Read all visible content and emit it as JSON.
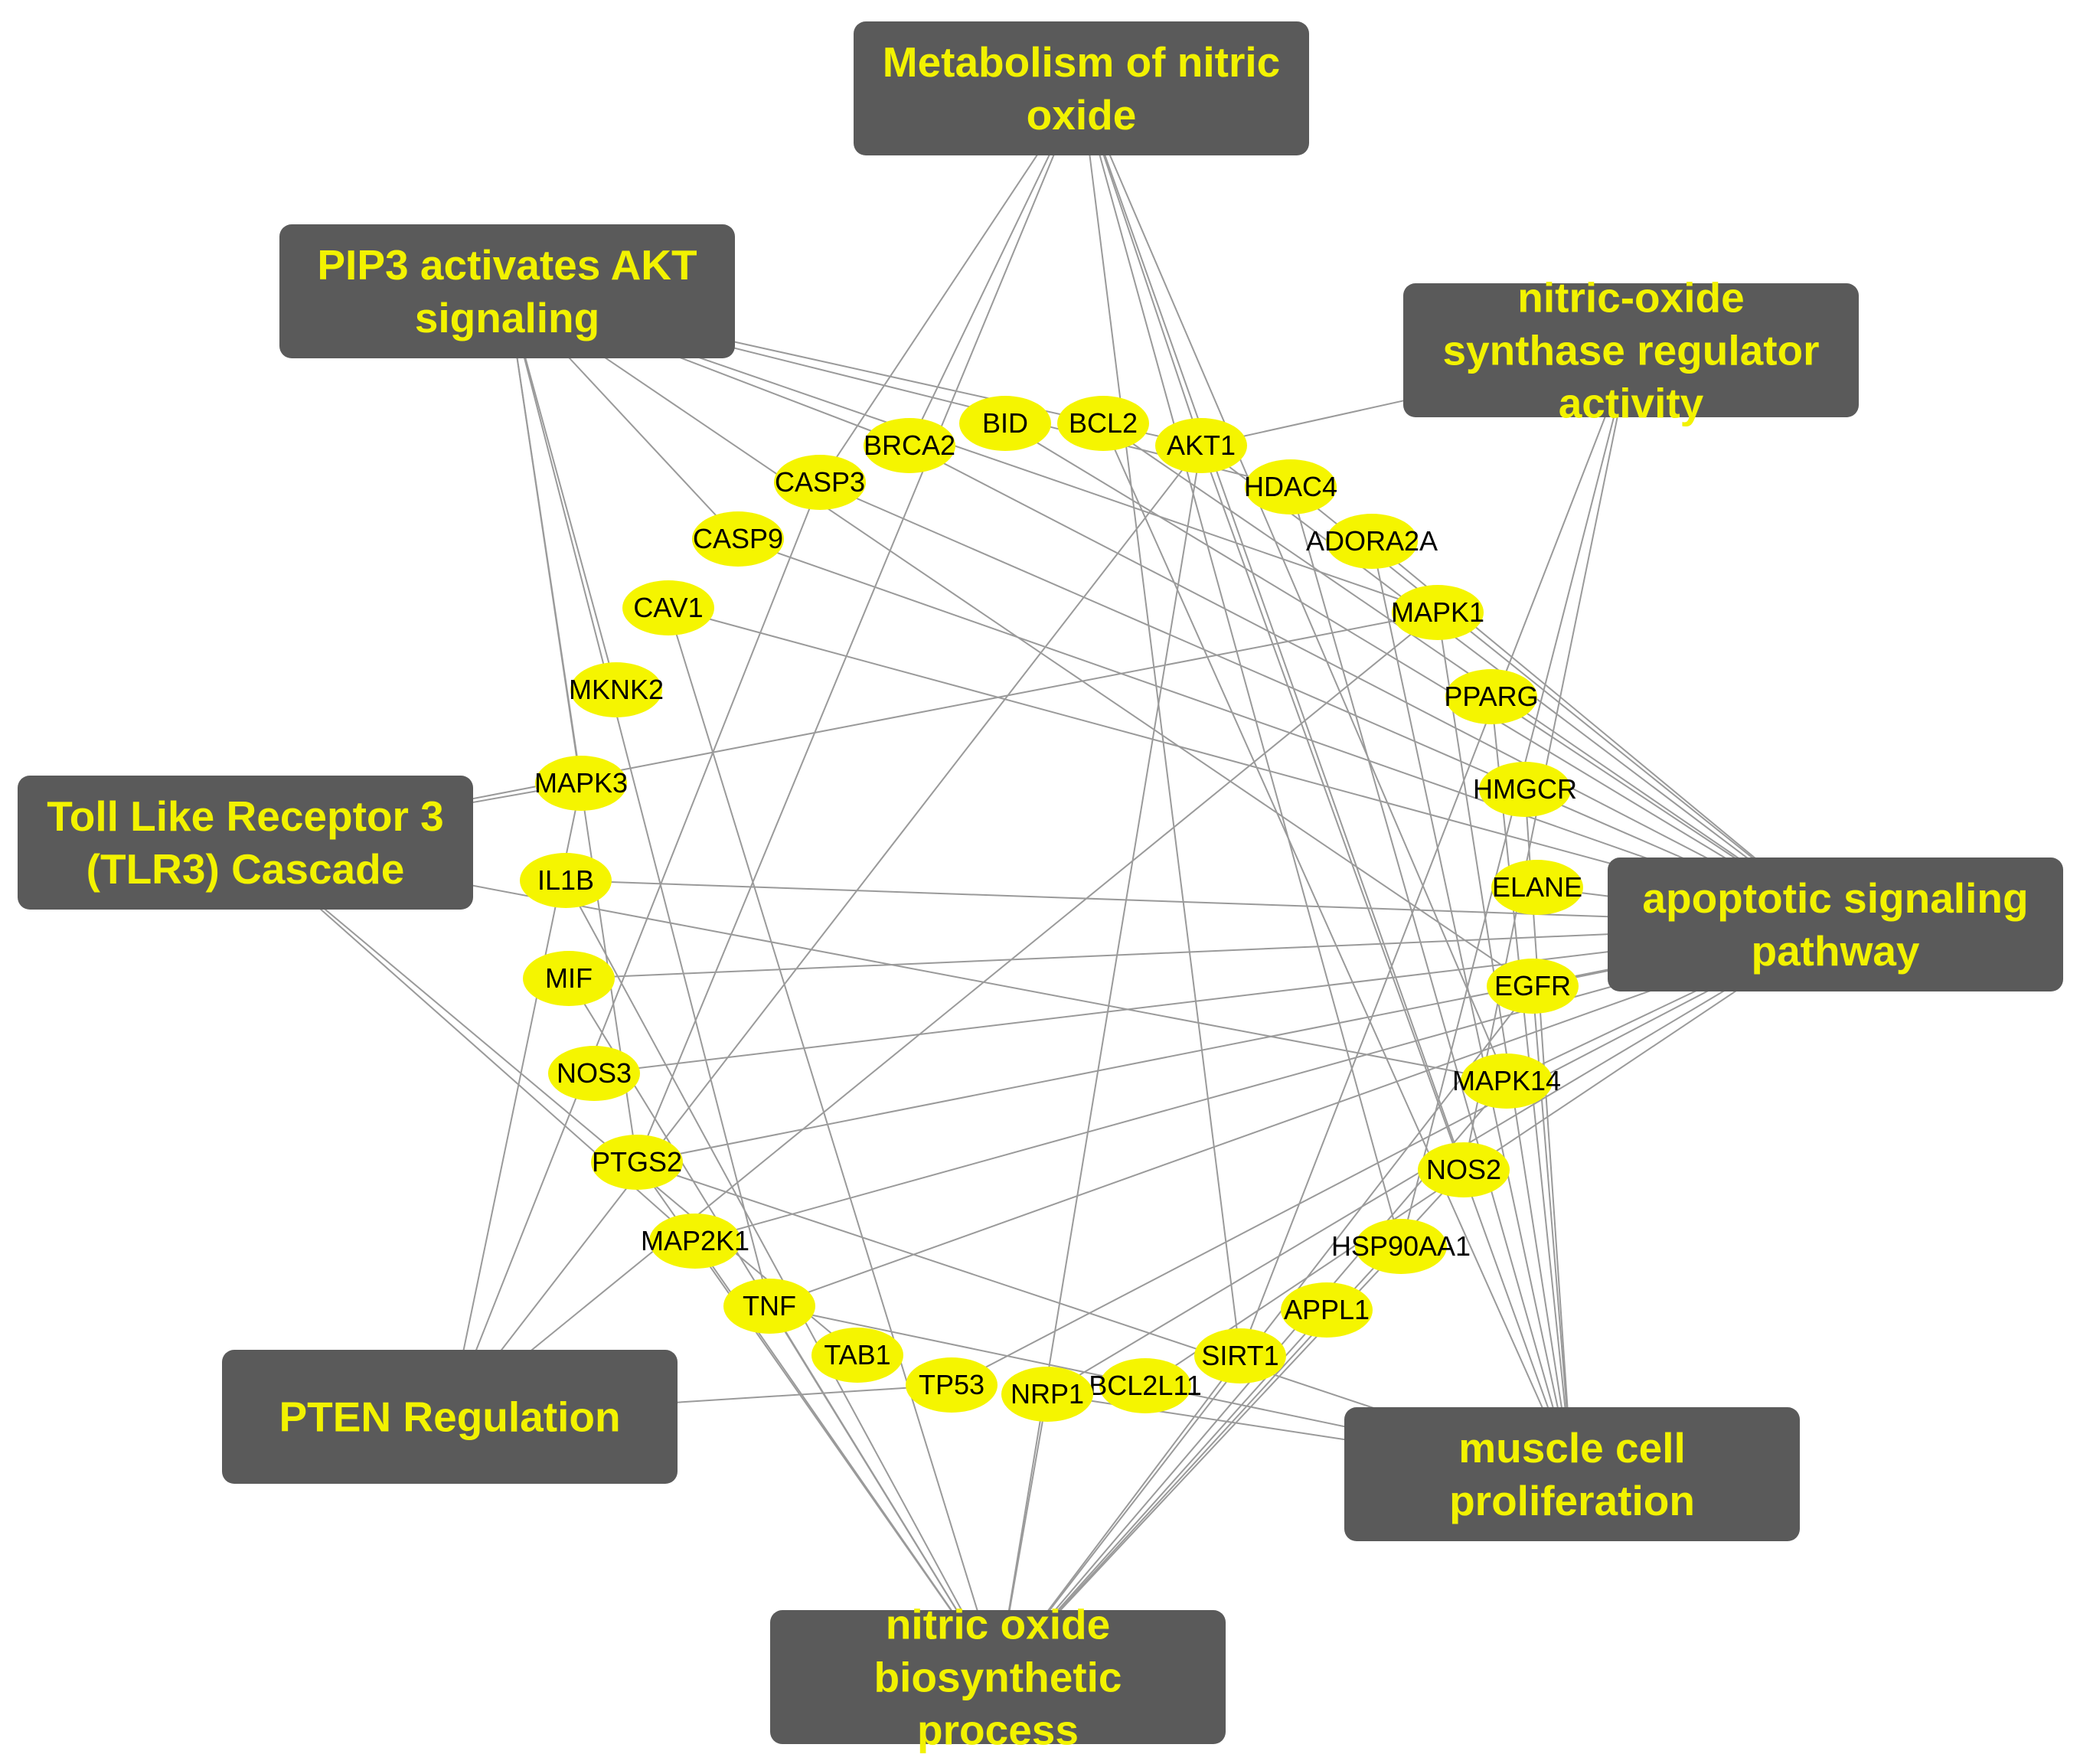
{
  "colors": {
    "term_fill": "#5a5a5a",
    "term_text": "#f2f200",
    "gene_fill": "#f5f500",
    "gene_text": "#000000",
    "edge": "#9a9a9a"
  },
  "terms": [
    {
      "id": "metabolism",
      "lines": [
        "Metabolism of nitric",
        "oxide"
      ]
    },
    {
      "id": "pip3",
      "lines": [
        "PIP3 activates AKT",
        "signaling"
      ]
    },
    {
      "id": "nos_reg",
      "lines": [
        "nitric-oxide",
        "synthase regulator",
        "activity"
      ]
    },
    {
      "id": "tlr3",
      "lines": [
        "Toll Like Receptor 3",
        "(TLR3) Cascade"
      ]
    },
    {
      "id": "apoptotic",
      "lines": [
        "apoptotic signaling",
        "pathway"
      ]
    },
    {
      "id": "pten",
      "lines": [
        "PTEN Regulation"
      ]
    },
    {
      "id": "muscle",
      "lines": [
        "muscle cell",
        "proliferation"
      ]
    },
    {
      "id": "no_bio",
      "lines": [
        "nitric oxide",
        "biosynthetic",
        "process"
      ]
    }
  ],
  "genes": [
    "BID",
    "BCL2",
    "AKT1",
    "HDAC4",
    "ADORA2A",
    "MAPK1",
    "PPARG",
    "HMGCR",
    "ELANE",
    "EGFR",
    "MAPK14",
    "NOS2",
    "HSP90AA1",
    "APPL1",
    "SIRT1",
    "BCL2L11",
    "NRP1",
    "TP53",
    "TAB1",
    "TNF",
    "MAP2K1",
    "PTGS2",
    "NOS3",
    "MIF",
    "IL1B",
    "MAPK3",
    "MKNK2",
    "CAV1",
    "CASP9",
    "CASP3",
    "BRCA2"
  ],
  "edges": [
    [
      "metabolism",
      "CASP3"
    ],
    [
      "metabolism",
      "BRCA2"
    ],
    [
      "metabolism",
      "AKT1"
    ],
    [
      "metabolism",
      "MAPK14"
    ],
    [
      "metabolism",
      "HSP90AA1"
    ],
    [
      "metabolism",
      "SIRT1"
    ],
    [
      "metabolism",
      "NOS2"
    ],
    [
      "metabolism",
      "PTGS2"
    ],
    [
      "pip3",
      "AKT1"
    ],
    [
      "pip3",
      "BRCA2"
    ],
    [
      "pip3",
      "HDAC4"
    ],
    [
      "pip3",
      "MAPK1"
    ],
    [
      "pip3",
      "EGFR"
    ],
    [
      "pip3",
      "TNF"
    ],
    [
      "pip3",
      "MAPK3"
    ],
    [
      "pip3",
      "PTGS2"
    ],
    [
      "pip3",
      "CASP9"
    ],
    [
      "pip3",
      "MKNK2"
    ],
    [
      "nos_reg",
      "AKT1"
    ],
    [
      "nos_reg",
      "HSP90AA1"
    ],
    [
      "nos_reg",
      "NOS2"
    ],
    [
      "nos_reg",
      "SIRT1"
    ],
    [
      "tlr3",
      "MAPK3"
    ],
    [
      "tlr3",
      "MAPK1"
    ],
    [
      "tlr3",
      "MAPK14"
    ],
    [
      "tlr3",
      "TAB1"
    ],
    [
      "tlr3",
      "MAP2K1"
    ],
    [
      "apoptotic",
      "BID"
    ],
    [
      "apoptotic",
      "BCL2"
    ],
    [
      "apoptotic",
      "BRCA2"
    ],
    [
      "apoptotic",
      "CASP3"
    ],
    [
      "apoptotic",
      "CASP9"
    ],
    [
      "apoptotic",
      "CAV1"
    ],
    [
      "apoptotic",
      "IL1B"
    ],
    [
      "apoptotic",
      "MIF"
    ],
    [
      "apoptotic",
      "NOS3"
    ],
    [
      "apoptotic",
      "PTGS2"
    ],
    [
      "apoptotic",
      "MAP2K1"
    ],
    [
      "apoptotic",
      "TNF"
    ],
    [
      "apoptotic",
      "TP53"
    ],
    [
      "apoptotic",
      "NRP1"
    ],
    [
      "apoptotic",
      "BCL2L11"
    ],
    [
      "apoptotic",
      "HDAC4"
    ],
    [
      "apoptotic",
      "ADORA2A"
    ],
    [
      "apoptotic",
      "PPARG"
    ],
    [
      "apoptotic",
      "EGFR"
    ],
    [
      "apoptotic",
      "ELANE"
    ],
    [
      "apoptotic",
      "MAPK14"
    ],
    [
      "apoptotic",
      "AKT1"
    ],
    [
      "pten",
      "TP53"
    ],
    [
      "pten",
      "AKT1"
    ],
    [
      "pten",
      "MAPK1"
    ],
    [
      "pten",
      "MAPK3"
    ],
    [
      "pten",
      "CASP3"
    ],
    [
      "muscle",
      "AKT1"
    ],
    [
      "muscle",
      "HDAC4"
    ],
    [
      "muscle",
      "PPARG"
    ],
    [
      "muscle",
      "HMGCR"
    ],
    [
      "muscle",
      "EGFR"
    ],
    [
      "muscle",
      "MAPK1"
    ],
    [
      "muscle",
      "ADORA2A"
    ],
    [
      "muscle",
      "PTGS2"
    ],
    [
      "muscle",
      "TNF"
    ],
    [
      "muscle",
      "NRP1"
    ],
    [
      "muscle",
      "BCL2"
    ],
    [
      "no_bio",
      "AKT1"
    ],
    [
      "no_bio",
      "TNF"
    ],
    [
      "no_bio",
      "CAV1"
    ],
    [
      "no_bio",
      "IL1B"
    ],
    [
      "no_bio",
      "MIF"
    ],
    [
      "no_bio",
      "NOS2"
    ],
    [
      "no_bio",
      "HSP90AA1"
    ],
    [
      "no_bio",
      "APPL1"
    ],
    [
      "no_bio",
      "MAPK14"
    ],
    [
      "no_bio",
      "EGFR"
    ],
    [
      "no_bio",
      "PTGS2"
    ],
    [
      "no_bio",
      "NRP1"
    ],
    [
      "no_bio",
      "MAP2K1"
    ],
    [
      "no_bio",
      "SIRT1"
    ]
  ]
}
